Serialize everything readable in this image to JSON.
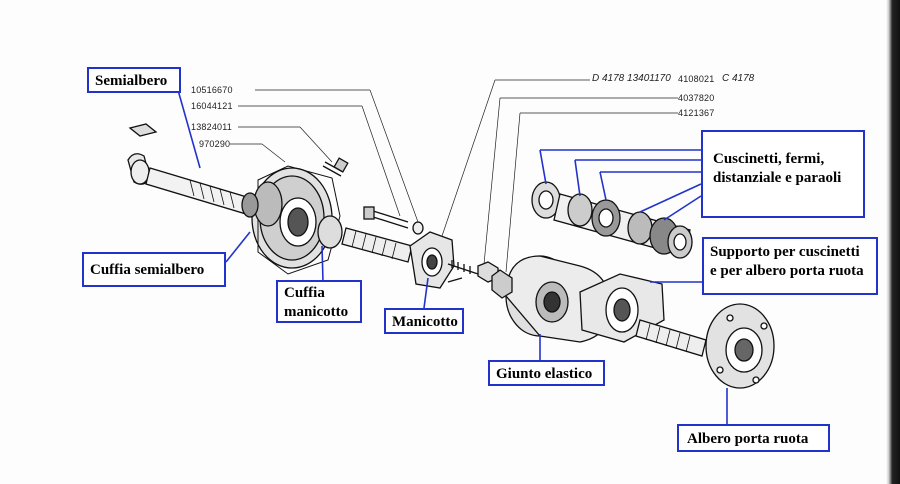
{
  "labels": {
    "semialbero": "Semialbero",
    "cuffia_semialbero": "Cuffia semialbero",
    "cuffia_manicotto_1": "Cuffia",
    "cuffia_manicotto_2": "manicotto",
    "manicotto": "Manicotto",
    "giunto_elastico": "Giunto elastico",
    "cuscinetti_1": "Cuscinetti, fermi,",
    "cuscinetti_2": "distanziale e paraoli",
    "supporto_1": "Supporto per cuscinetti",
    "supporto_2": "e per albero porta ruota",
    "albero_porta_ruota": "Albero porta ruota"
  },
  "part_numbers": {
    "p1": "10516670",
    "p2": "16044121",
    "p3": "13824011",
    "p4": "970290",
    "p5": "D 4178 13401170",
    "p6": "4108021",
    "p7": "C 4178",
    "p8": "4037820",
    "p9": "4121367"
  },
  "colors": {
    "border": "#2233cc",
    "ink": "#111111"
  }
}
